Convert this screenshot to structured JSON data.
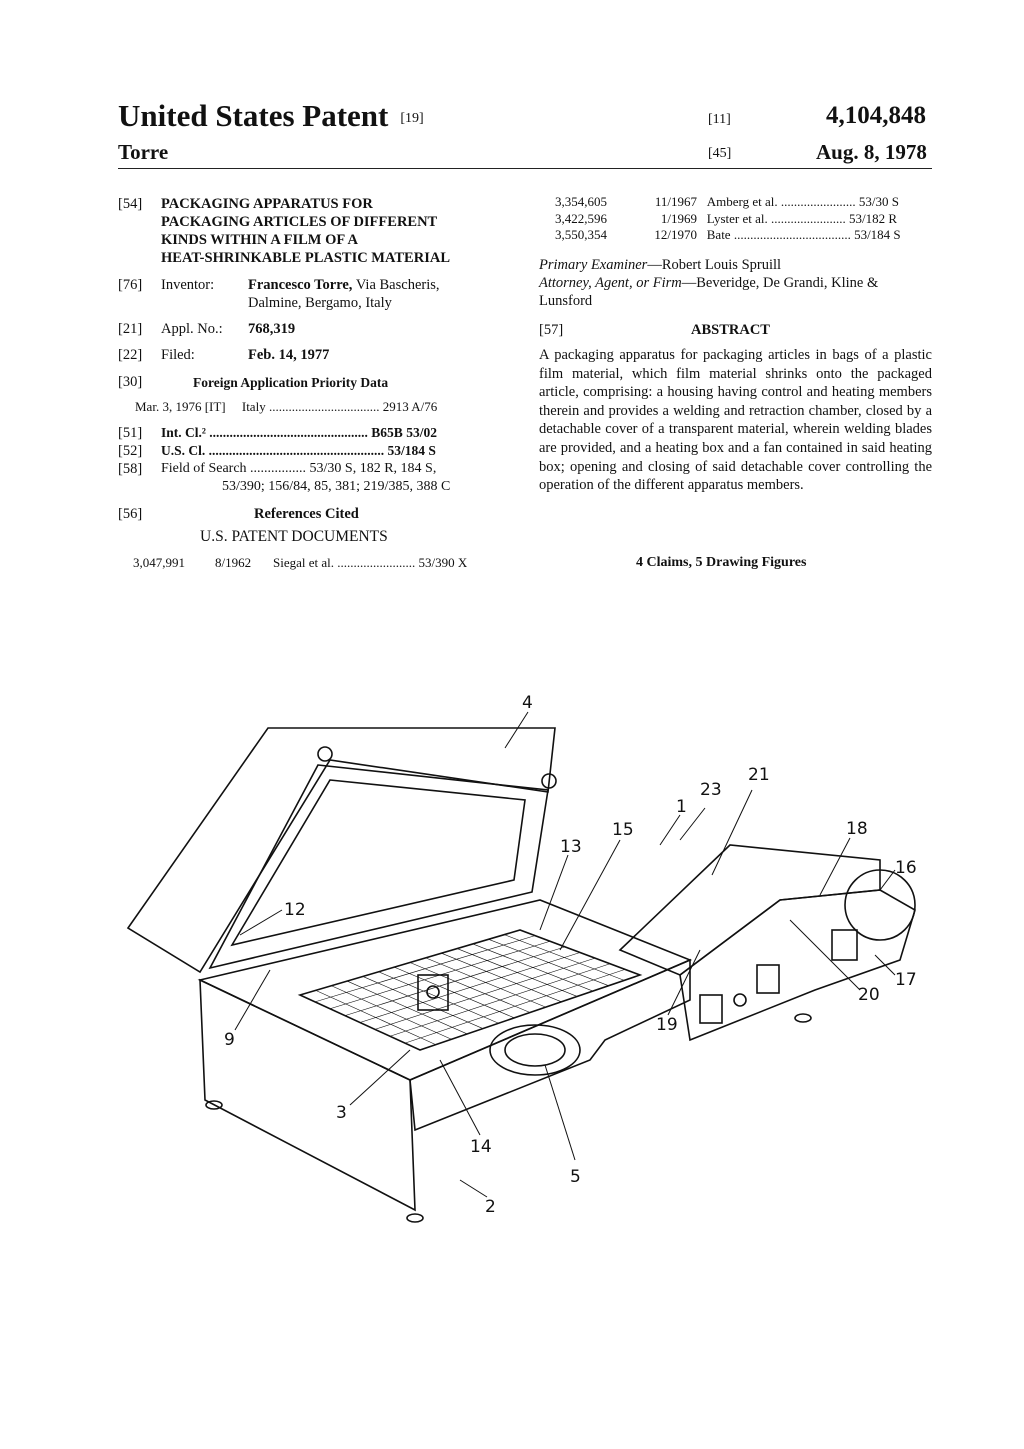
{
  "header": {
    "title": "United States Patent",
    "title_code": "[19]",
    "inventor_surname": "Torre",
    "patent_number_code": "[11]",
    "patent_number": "4,104,848",
    "date_code": "[45]",
    "date": "Aug. 8, 1978"
  },
  "left": {
    "title_code": "[54]",
    "title_lines": [
      "PACKAGING APPARATUS FOR",
      "PACKAGING ARTICLES OF DIFFERENT",
      "KINDS WITHIN A FILM OF A",
      "HEAT-SHRINKABLE PLASTIC MATERIAL"
    ],
    "inventor_code": "[76]",
    "inventor_label": "Inventor:",
    "inventor_name": "Francesco Torre,",
    "inventor_addr1": "Via Bascheris,",
    "inventor_addr2": "Dalmine, Bergamo, Italy",
    "appl_code": "[21]",
    "appl_label": "Appl. No.:",
    "appl_value": "768,319",
    "filed_code": "[22]",
    "filed_label": "Filed:",
    "filed_value": "Feb. 14, 1977",
    "foreign_code": "[30]",
    "foreign_label": "Foreign Application Priority Data",
    "foreign_entry": "Mar. 3, 1976 [IT]     Italy .................................. 2913 A/76",
    "intcl_code": "[51]",
    "intcl": "Int. Cl.² ............................................... B65B 53/02",
    "uscl_code": "[52]",
    "uscl": "U.S. Cl. .................................................... 53/184 S",
    "fos_code": "[58]",
    "fos_line1": "Field of Search ................ 53/30 S, 182 R, 184 S,",
    "fos_line2": "53/390; 156/84, 85, 381; 219/385, 388 C",
    "refs_code": "[56]",
    "refs_label": "References Cited",
    "refs_sub": "U.S. PATENT DOCUMENTS",
    "refs": [
      {
        "num": "3,047,991",
        "date": "8/1962",
        "name": "Siegal et al. ........................ 53/390 X"
      }
    ]
  },
  "right": {
    "refs": [
      {
        "num": "3,354,605",
        "date": "11/1967",
        "name": "Amberg et al. ....................... 53/30 S"
      },
      {
        "num": "3,422,596",
        "date": "1/1969",
        "name": "Lyster et al. ....................... 53/182 R"
      },
      {
        "num": "3,550,354",
        "date": "12/1970",
        "name": "Bate .................................... 53/184 S"
      }
    ],
    "examiner_label": "Primary Examiner",
    "examiner": "—Robert Louis Spruill",
    "attorney_label": "Attorney, Agent, or Firm",
    "attorney": "—Beveridge, De Grandi, Kline & Lunsford",
    "abstract_code": "[57]",
    "abstract_label": "ABSTRACT",
    "abstract": "A packaging apparatus for packaging articles in bags of a plastic film material, which film material shrinks onto the packaged article, comprising: a housing having control and heating members therein and provides a welding and retraction chamber, closed by a detachable cover of a transparent material, wherein welding blades are provided, and a heating box and a fan contained in said heating box; opening and closing of said detachable cover controlling the operation of the different apparatus members.",
    "claims": "4 Claims, 5 Drawing Figures"
  },
  "drawing": {
    "labels": [
      "4",
      "21",
      "23",
      "1",
      "15",
      "13",
      "18",
      "16",
      "12",
      "9",
      "17",
      "20",
      "19",
      "3",
      "14",
      "5",
      "2"
    ]
  }
}
